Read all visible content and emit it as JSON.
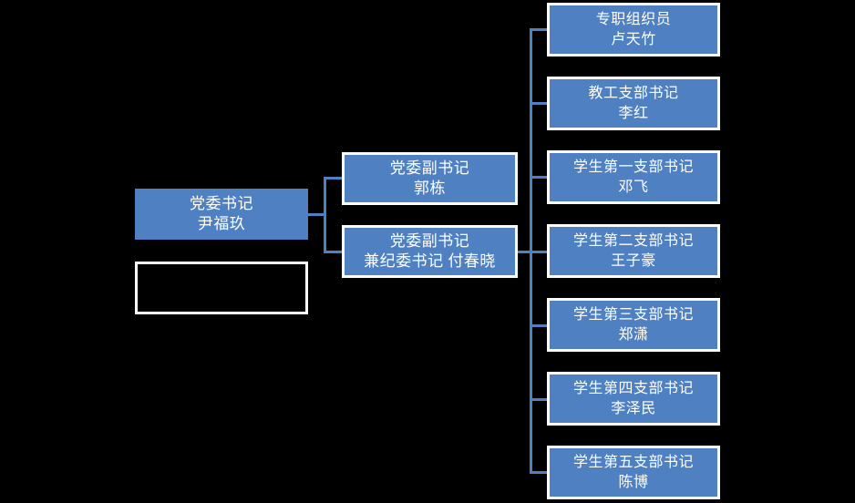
{
  "chart_data": {
    "type": "diagram",
    "subtype": "organization-chart",
    "title": "",
    "orientation": "left-to-right",
    "colors": {
      "node_fill": "#4E80C2",
      "node_border": "#FFFFFF",
      "connector": "#4E80C2",
      "background": "#000000",
      "text": "#FFFFFF"
    },
    "nodes": [
      {
        "id": "root",
        "level": 1,
        "title": "党委书记",
        "name": "尹福玖"
      },
      {
        "id": "placeholder",
        "level": 1,
        "title": "",
        "name": ""
      },
      {
        "id": "mid1",
        "level": 2,
        "title": "党委副书记",
        "name": "郭栋"
      },
      {
        "id": "mid2",
        "level": 2,
        "title": "党委副书记",
        "name": "兼纪委书记 付春晓"
      },
      {
        "id": "leaf0",
        "level": 3,
        "title": "专职组织员",
        "name": "卢天竹"
      },
      {
        "id": "leaf1",
        "level": 3,
        "title": "教工支部书记",
        "name": "李红"
      },
      {
        "id": "leaf2",
        "level": 3,
        "title": "学生第一支部书记",
        "name": "邓飞"
      },
      {
        "id": "leaf3",
        "level": 3,
        "title": "学生第二支部书记",
        "name": "王子豪"
      },
      {
        "id": "leaf4",
        "level": 3,
        "title": "学生第三支部书记",
        "name": "郑潇"
      },
      {
        "id": "leaf5",
        "level": 3,
        "title": "学生第四支部书记",
        "name": "李泽民"
      },
      {
        "id": "leaf6",
        "level": 3,
        "title": "学生第五支部书记",
        "name": "陈博"
      }
    ],
    "edges": [
      {
        "from": "root",
        "to": "mid1"
      },
      {
        "from": "root",
        "to": "mid2"
      },
      {
        "from": "mid2",
        "to": "leaf0"
      },
      {
        "from": "mid2",
        "to": "leaf1"
      },
      {
        "from": "mid2",
        "to": "leaf2"
      },
      {
        "from": "mid2",
        "to": "leaf3"
      },
      {
        "from": "mid2",
        "to": "leaf4"
      },
      {
        "from": "mid2",
        "to": "leaf5"
      },
      {
        "from": "mid2",
        "to": "leaf6"
      }
    ]
  },
  "root": {
    "title": "党委书记",
    "name": "尹福玖"
  },
  "placeholder": {
    "title": "",
    "name": ""
  },
  "mid": [
    {
      "title": "党委副书记",
      "name": "郭栋"
    },
    {
      "title": "党委副书记",
      "name": "兼纪委书记 付春晓"
    }
  ],
  "leaves": [
    {
      "title": "专职组织员",
      "name": "卢天竹"
    },
    {
      "title": "教工支部书记",
      "name": "李红"
    },
    {
      "title": "学生第一支部书记",
      "name": "邓飞"
    },
    {
      "title": "学生第二支部书记",
      "name": "王子豪"
    },
    {
      "title": "学生第三支部书记",
      "name": "郑潇"
    },
    {
      "title": "学生第四支部书记",
      "name": "李泽民"
    },
    {
      "title": "学生第五支部书记",
      "name": "陈博"
    }
  ]
}
